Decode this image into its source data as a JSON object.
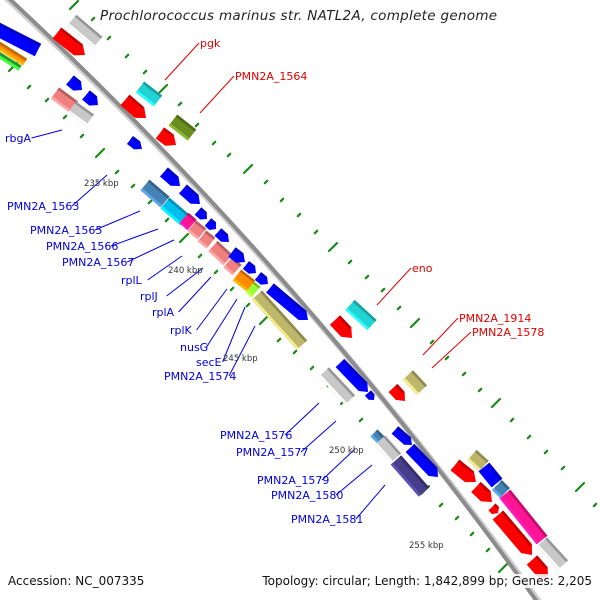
{
  "title": "Prochlorococcus marinus str. NATL2A, complete genome",
  "footer": {
    "accession": "Accession: NC_007335",
    "summary": "Topology: circular; Length: 1,842,899 bp; Genes: 2,205"
  },
  "colors": {
    "backbone": "#8c8c8c",
    "tick": "#1a8a1a",
    "label_forward": "#e00000",
    "label_reverse": "#0000e0",
    "scale_text": "#333333"
  },
  "scale_labels": [
    "235 kbp",
    "240 kbp",
    "245 kbp",
    "250 kbp",
    "255 kbp"
  ],
  "labels_forward": [
    "pgk",
    "PMN2A_1564",
    "eno",
    "PMN2A_1914",
    "PMN2A_1578"
  ],
  "labels_reverse": [
    "rbgA",
    "PMN2A_1563",
    "PMN2A_1565",
    "PMN2A_1566",
    "PMN2A_1567",
    "rplL",
    "rplJ",
    "rplA",
    "rplK",
    "nusG",
    "secE",
    "PMN2A_1574",
    "PMN2A_1576",
    "PMN2A_1577",
    "PMN2A_1579",
    "PMN2A_1580",
    "PMN2A_1581"
  ],
  "feature_colors": {
    "red": "#ff0000",
    "blue": "#0000ff",
    "gray": "#c8c8c8",
    "cyan": "#22d3d3",
    "olive": "#6b8e23",
    "khaki": "#bdb76b",
    "steel": "#4682b4",
    "skyblue": "#00bfef",
    "pink": "#ff1493",
    "salmon": "#f08080",
    "orange": "#ff8c00",
    "lime": "#9aff32",
    "green": "#32cd32",
    "navy": "#483d8b"
  }
}
